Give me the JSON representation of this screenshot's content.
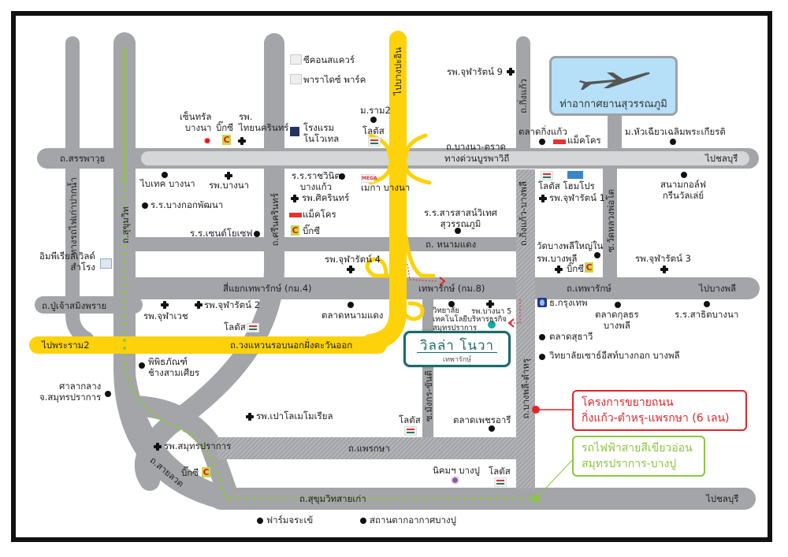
{
  "map_title": "Villa Nova Theparak location map",
  "colors": {
    "road": "#a4a5a8",
    "expressway": "#d5d6d7",
    "ring_road": "#fdd20a",
    "green_line": "#8cc63e",
    "road_project": "#e2242b",
    "project_brand": "#1b6b6b",
    "airport_box": "#b5e0f7"
  },
  "project": {
    "name": "วิลล่า โนวา",
    "sub": "เทพารักษ์"
  },
  "airport": {
    "name": "ท่าอากาศยานสุวรรณภูมิ",
    "icon": "airplane-icon"
  },
  "callouts": {
    "road_expansion": {
      "line1": "โครงการขยายถนน",
      "line2": "กิ่งแก้ว-ตำหรุ-แพรกษา (6 เลน)"
    },
    "green_line": {
      "line1": "รถไฟฟ้าสายสีเขียวอ่อน",
      "line2": "สมุทรปราการ-บางปู"
    }
  },
  "roads": {
    "sanphawut": "ถ.สรรพาวุธ",
    "bangna_trat": "ถ.บางนา-ตราด",
    "burapha_withi": "ทางด่วนบูรพาวิถี",
    "to_chonburi_top": "ไปชลบุรี",
    "to_chonburi_bottom": "ไปชลบุรี",
    "to_bang_pa_in": "ไปบางปะอิน",
    "king_kaeo": "ถ.กิ่งแก้ว",
    "king_kaeo_bang_phli": "ถ.กิ่งแก้ว-บางพลี",
    "bang_phli_tamru": "ถ.บางพลี-ตำหรุ",
    "wat_luang_pho_to": "ซ.วัดหลวงพ่อโต",
    "sukhumvit": "ถ.สุขุมวิท",
    "railway_paknam": "ทางรถไฟเก่าปากน้ำ",
    "srinakarin": "ถ.ศรีนครินทร์",
    "nam_daeng": "ถ. หนามแดง",
    "theparak_km4": "สี่แยกเทพารักษ์ (กม.4)",
    "theparak_km8": "เทพารักษ์ (กม.8)",
    "theparak": "ถ.เทพารักษ์",
    "to_bang_phli": "ไปบางพลี",
    "pu_chao": "ถ.ปู่เจ้าสมิงพราย",
    "to_rama2": "ไปพระราม2",
    "outer_ring_east": "ถ.วงแหวนรอบนอกฝั่งตะวันออก",
    "sai_luat": "ถ.สายลวด",
    "phraeksa": "ถ.แพรกษา",
    "mangkon_khanit": "ซ.มังกร-ขันติ",
    "sukhumvit_old": "ถ.สุขุมวิทสายเก่า"
  },
  "places": [
    {
      "id": "central-bangna",
      "label": "เซ็นทรัล\nบางนา",
      "icon": "central-logo-icon"
    },
    {
      "id": "bigc-bangna",
      "label": "บิ๊กซี",
      "icon": "bigc-logo-icon"
    },
    {
      "id": "thainakarin-hospital",
      "label": "รพ.\nไทยนครินทร์",
      "icon": "hospital-icon"
    },
    {
      "id": "seacon-square",
      "label": "ซีคอนสแควร์",
      "icon": "mall-logo-icon"
    },
    {
      "id": "paradise-park",
      "label": "พาราไดซ์ พาร์ค",
      "icon": "mall-logo-icon"
    },
    {
      "id": "novotel",
      "label": "โรงแรม\nโนโวเทล",
      "icon": "hotel-logo-icon"
    },
    {
      "id": "ram2-village",
      "label": "ม.ราม2",
      "icon": "dot-icon"
    },
    {
      "id": "lotus-ram2",
      "label": "โลตัส",
      "icon": "lotus-logo-icon"
    },
    {
      "id": "chularat9",
      "label": "รพ.จุฬารัตน์ 9",
      "icon": "hospital-icon"
    },
    {
      "id": "king-kaeo-market",
      "label": "ตลาดกิ่งแก้ว",
      "icon": "dot-icon"
    },
    {
      "id": "makro-kingkaeo",
      "label": "แม็คโคร",
      "icon": "makro-logo-icon"
    },
    {
      "id": "huachiew",
      "label": "ม.หัวเฉียวเฉลิมพระเกียรติ",
      "icon": "dot-icon"
    },
    {
      "id": "bitec",
      "label": "ไบเทค บางนา",
      "icon": "dot-icon"
    },
    {
      "id": "bangna-hospital",
      "label": "รพ.บางนา",
      "icon": "hospital-icon"
    },
    {
      "id": "bkk-patana",
      "label": "ร.ร.บางกอกพัฒนา",
      "icon": "dot-icon"
    },
    {
      "id": "st-joseph",
      "label": "ร.ร.เซนต์โยเซฟ",
      "icon": "dot-icon"
    },
    {
      "id": "rajavinit",
      "label": "ร.ร.ราชวินิต\nบางแก้ว",
      "icon": "dot-icon"
    },
    {
      "id": "sikarin-hospital",
      "label": "รพ.ศิครินทร์",
      "icon": "hospital-icon"
    },
    {
      "id": "makro-srinakarin",
      "label": "แม็คโคร",
      "icon": "makro-logo-icon"
    },
    {
      "id": "bigc-srinakarin",
      "label": "บิ๊กซี",
      "icon": "bigc-logo-icon"
    },
    {
      "id": "mega-bangna",
      "label": "เมกา บางนา",
      "icon": "mega-logo-icon"
    },
    {
      "id": "sarasas",
      "label": "ร.ร.สารสาสน์วิเทศ\nสุวรรณภูมิ",
      "icon": "dot-icon"
    },
    {
      "id": "lotus-homepro",
      "label": "โลตัส โฮมโปร",
      "icon": "homepro-logo-icon"
    },
    {
      "id": "chularat1",
      "label": "รพ.จุฬารัตน์ 1",
      "icon": "hospital-icon"
    },
    {
      "id": "golf",
      "label": "สนามกอล์ฟ\nกรีนวัลเล่ย์",
      "icon": "dot-icon"
    },
    {
      "id": "imperial-samrong",
      "label": "อิมพีเรียลเวิลด์\nสำโรง",
      "icon": "imperial-logo-icon"
    },
    {
      "id": "chularat4",
      "label": "รพ.จุฬารัตน์ 4",
      "icon": "hospital-icon"
    },
    {
      "id": "wat-bangphli",
      "label": "วัดบางพลีใหญ่ใน",
      "icon": "dot-icon"
    },
    {
      "id": "bangphli-hospital",
      "label": "รพ.บางพลี",
      "icon": "hospital-icon"
    },
    {
      "id": "bigc-bangphli",
      "label": "บิ๊กซี",
      "icon": "bigc-logo-icon"
    },
    {
      "id": "chularat3",
      "label": "รพ.จุฬารัตน์ 3",
      "icon": "hospital-icon"
    },
    {
      "id": "chulavej",
      "label": "รพ.จุฬาเวช",
      "icon": "hospital-icon"
    },
    {
      "id": "chularat2",
      "label": "รพ.จุฬารัตน์ 2",
      "icon": "hospital-icon"
    },
    {
      "id": "lotus-theparak",
      "label": "โลตัส",
      "icon": "lotus-logo-icon"
    },
    {
      "id": "namdaeng-market",
      "label": "ตลาดหนามแดง",
      "icon": "dot-icon"
    },
    {
      "id": "college-business",
      "label": "วิทยาลัย\nเทคโนโลยีบริหารธุรกิจ\nสมุทรปราการ",
      "icon": "dot-icon"
    },
    {
      "id": "bangna5",
      "label": "รพ.บางนา 5",
      "icon": "hospital-icon"
    },
    {
      "id": "bangkok-bank",
      "label": "ธ.กรุงเทพ",
      "icon": "bbl-logo-icon"
    },
    {
      "id": "kulthorn-market",
      "label": "ตลาดกุลธร\nบางพลี",
      "icon": "dot-icon"
    },
    {
      "id": "satit-bangna",
      "label": "ร.ร.สาธิตบางนา",
      "icon": "dot-icon"
    },
    {
      "id": "suthawee-market",
      "label": "ตลาดสุธาวี",
      "icon": "dot-icon"
    },
    {
      "id": "southeast-college",
      "label": "วิทยาลัยเซาธ์อีสท์บางกอก บางพลี",
      "icon": "dot-icon"
    },
    {
      "id": "chang-museum",
      "label": "พิพิธภัณฑ์\nช้างสามเศียร",
      "icon": "dot-icon"
    },
    {
      "id": "city-hall",
      "label": "ศาลากลาง\nจ.สมุทรปราการ",
      "icon": "dot-icon"
    },
    {
      "id": "paolo-memorial",
      "label": "รพ.เปาโลเมโมเรียล",
      "icon": "hospital-icon"
    },
    {
      "id": "lotus-phraeksa",
      "label": "โลตัส",
      "icon": "lotus-logo-icon"
    },
    {
      "id": "phet-market",
      "label": "ตลาดเพชรอารี",
      "icon": "dot-icon"
    },
    {
      "id": "samutprakan-hospital",
      "label": "รพ.สมุทรปราการ",
      "icon": "hospital-icon"
    },
    {
      "id": "bigc-sailuat",
      "label": "บิ๊กซี",
      "icon": "bigc-logo-icon"
    },
    {
      "id": "bangpoo-estate",
      "label": "นิคมฯ บางปู",
      "icon": "nikom-logo-icon"
    },
    {
      "id": "lotus-bangpoo",
      "label": "โลตัส",
      "icon": "lotus-logo-icon"
    },
    {
      "id": "crocodile-farm",
      "label": "ฟาร์มจระเข้",
      "icon": "dot-icon"
    },
    {
      "id": "bangpoo-resort",
      "label": "สถานตากอากาศบางปู",
      "icon": "dot-icon"
    }
  ]
}
